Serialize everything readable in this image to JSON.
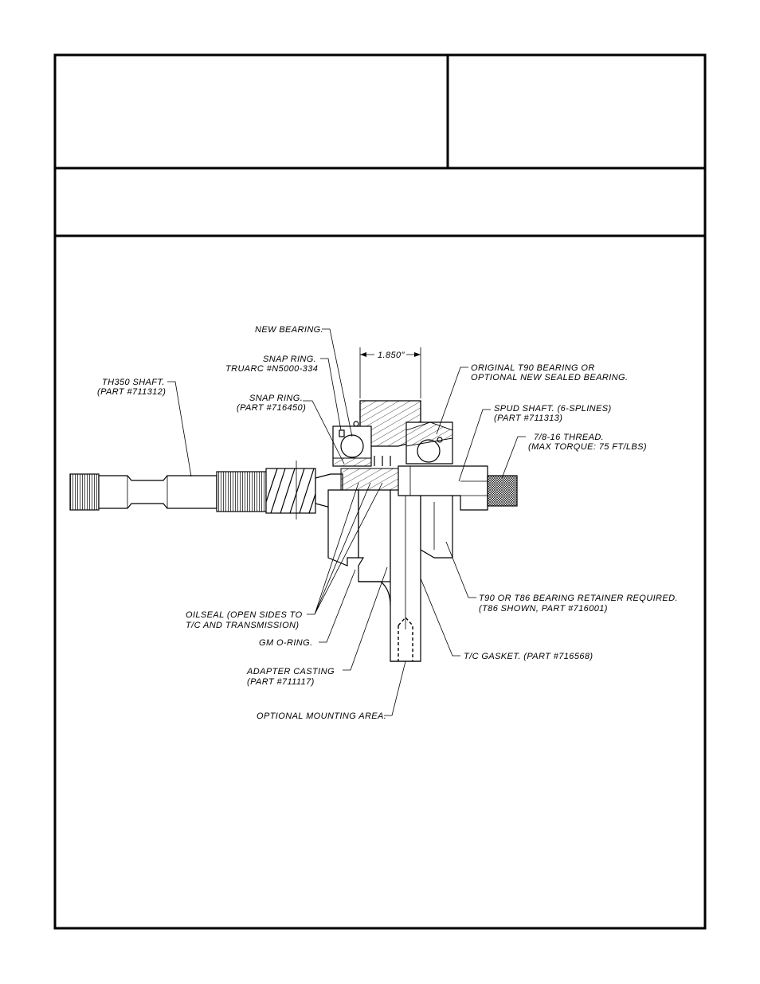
{
  "drawing": {
    "dimension": "1.850\"",
    "labels": {
      "new_bearing": "NEW BEARING.",
      "snap_ring_1a": "SNAP RING.",
      "snap_ring_1b": "TRUARC #N5000-334",
      "th350_a": "TH350 SHAFT.",
      "th350_b": "(PART #711312)",
      "snap_ring_2a": "SNAP RING.",
      "snap_ring_2b": "(PART #716450)",
      "orig_bearing_a": "ORIGINAL T90 BEARING OR",
      "orig_bearing_b": "OPTIONAL NEW SEALED BEARING.",
      "spud_a": "SPUD SHAFT. (6-SPLINES)",
      "spud_b": "(PART #711313)",
      "thread_a": "7/8-16 THREAD.",
      "thread_b": "(MAX TORQUE: 75 FT/LBS)",
      "retainer_a": "T90 OR T86 BEARING RETAINER REQUIRED.",
      "retainer_b": "(T86 SHOWN, PART #716001)",
      "oilseal_a": "OILSEAL (OPEN SIDES TO",
      "oilseal_b": "T/C AND TRANSMISSION)",
      "oring": "GM O-RING.",
      "gasket": "T/C GASKET. (PART #716568)",
      "adapter_a": "ADAPTER CASTING",
      "adapter_b": "(PART #711117)",
      "mounting": "OPTIONAL MOUNTING AREA."
    }
  }
}
